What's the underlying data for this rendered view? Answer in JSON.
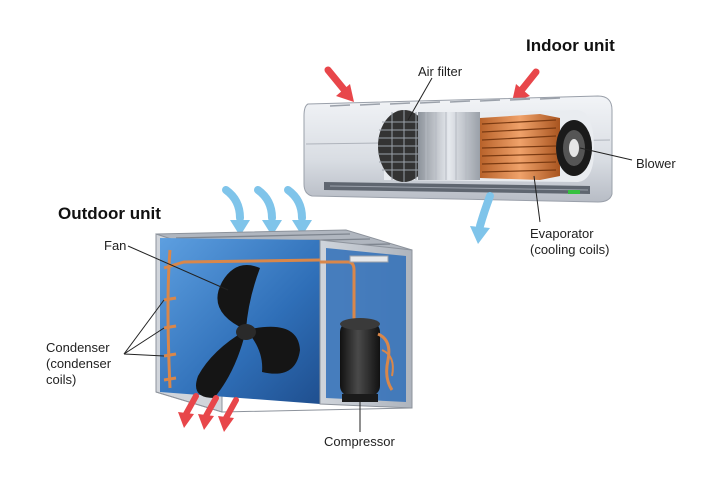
{
  "titles": {
    "indoor": "Indoor unit",
    "outdoor": "Outdoor unit"
  },
  "labels": {
    "air_filter": "Air filter",
    "blower": "Blower",
    "evaporator_line1": "Evaporator",
    "evaporator_line2": "(cooling coils)",
    "fan": "Fan",
    "condenser_line1": "Condenser",
    "condenser_line2": "(condenser",
    "condenser_line3": "coils)",
    "compressor": "Compressor"
  },
  "colors": {
    "cold_air": "#7fc4ea",
    "hot_air": "#e8464a",
    "refrigerant_pipe": "#d9874a",
    "outdoor_blue": "#2f6fb8",
    "casing_grey": "#c9ced6"
  },
  "icons": {
    "fan": "fan-blade-icon",
    "compressor": "compressor-icon"
  }
}
